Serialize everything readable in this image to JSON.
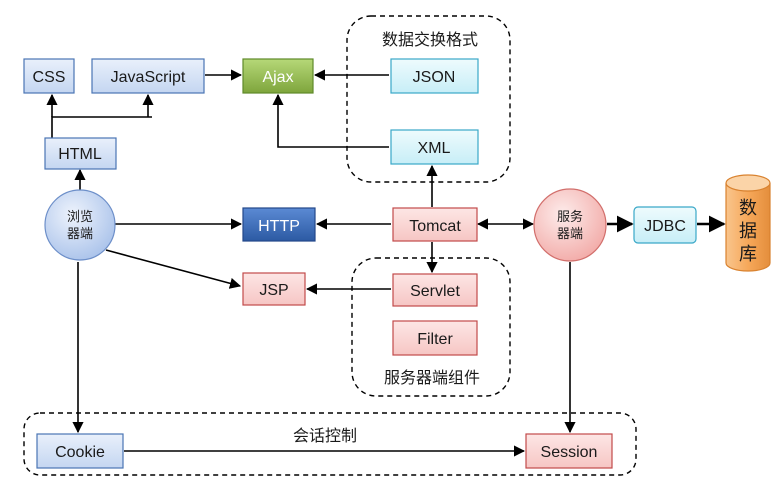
{
  "nodes": {
    "css": "CSS",
    "javascript": "JavaScript",
    "ajax": "Ajax",
    "json": "JSON",
    "xml": "XML",
    "html": "HTML",
    "http": "HTTP",
    "tomcat": "Tomcat",
    "jdbc": "JDBC",
    "jsp": "JSP",
    "servlet": "Servlet",
    "filter": "Filter",
    "cookie": "Cookie",
    "session": "Session",
    "browser": [
      "浏览",
      "器端"
    ],
    "server": [
      "服务",
      "器端"
    ],
    "database": [
      "数",
      "据",
      "库"
    ]
  },
  "groups": {
    "data_exchange": "数据交换格式",
    "server_components": "服务器端组件",
    "session_control": "会话控制"
  },
  "colors": {
    "blue_light": "#d5e3f7",
    "blue_border": "#4a74b4",
    "green": "#8db448",
    "cyan": "#d9f5fb",
    "cyan_border": "#3aa8c8",
    "red_light": "#fad7d6",
    "red_border": "#c24a4a",
    "http_blue": "#3a6fc0",
    "orange": "#f6a85a"
  }
}
